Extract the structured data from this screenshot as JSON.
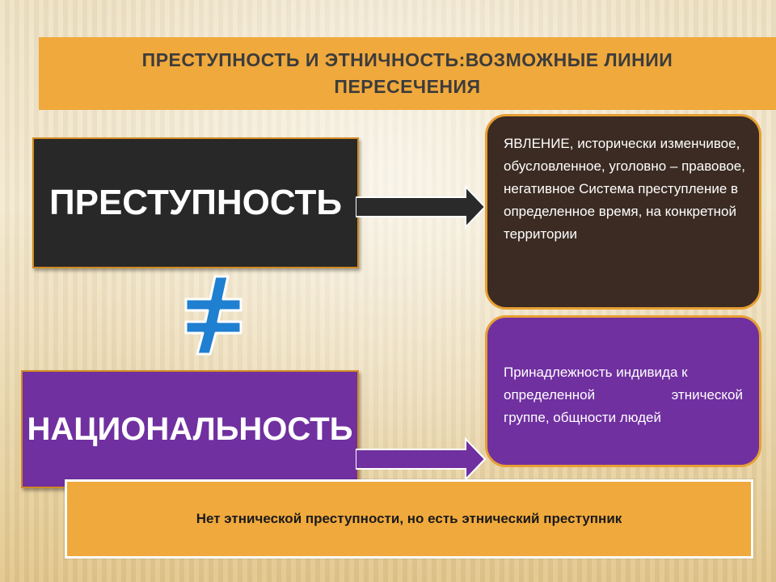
{
  "slide": {
    "title": "ПРЕСТУПНОСТЬ И ЭТНИЧНОСТЬ:ВОЗМОЖНЫЕ ЛИНИИ ПЕРЕСЕЧЕНИЯ",
    "crime_label": "ПРЕСТУПНОСТЬ",
    "nationality_label": "НАЦИОНАЛЬНОСТЬ",
    "crime_definition": "ЯВЛЕНИЕ, исторически изменчивое, обусловленное, уголовно – правовое, негативное Система преступление в определенное время, на конкретной территории",
    "nationality_definition_lines": [
      "Принадлежность индивида к",
      "определенной этнической",
      "группе, общности людей"
    ],
    "footer": "Нет этнической преступности, но есть этнический преступник"
  },
  "colors": {
    "accent_orange": "#f0a93c",
    "dark_box": "#282828",
    "purple": "#7030a0",
    "dark_brown": "#3b2b22",
    "neq_blue": "#1f7fd0"
  },
  "icons": {
    "not_equal": "not-equal-icon",
    "arrow": "arrow-right-icon"
  }
}
